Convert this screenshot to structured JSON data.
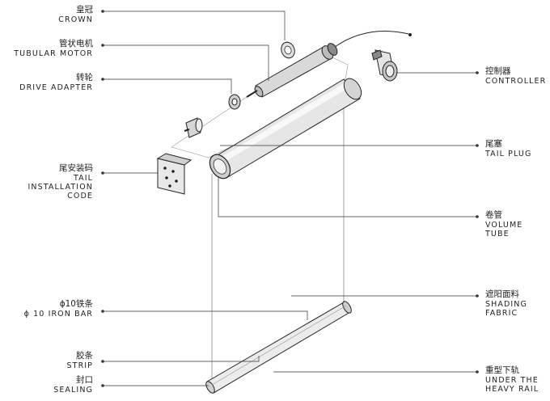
{
  "labels": {
    "crown": {
      "zh": "皇冠",
      "en": "CROWN"
    },
    "motor": {
      "zh": "管状电机",
      "en": "TUBULAR MOTOR"
    },
    "drive": {
      "zh": "转轮",
      "en": "DRIVE ADAPTER"
    },
    "tail_install": {
      "zh": "尾安装码",
      "en": "TAIL\nINSTALLATION\nCODE"
    },
    "iron_bar": {
      "zh": "ϕ10铁条",
      "en": "ϕ 10 IRON BAR"
    },
    "strip": {
      "zh": "胶条",
      "en": "STRIP"
    },
    "sealing": {
      "zh": "封口",
      "en": "SEALING"
    },
    "controller": {
      "zh": "控制器",
      "en": "CONTROLLER"
    },
    "tail_plug": {
      "zh": "尾塞",
      "en": "TAIL PLUG"
    },
    "volume_tube": {
      "zh": "卷管",
      "en": "VOLUME\nTUBE"
    },
    "fabric": {
      "zh": "遮阳面料",
      "en": "SHADING\nFABRIC"
    },
    "heavy_rail": {
      "zh": "重型下轨",
      "en": "UNDER THE\nHEAVY RAIL"
    }
  }
}
